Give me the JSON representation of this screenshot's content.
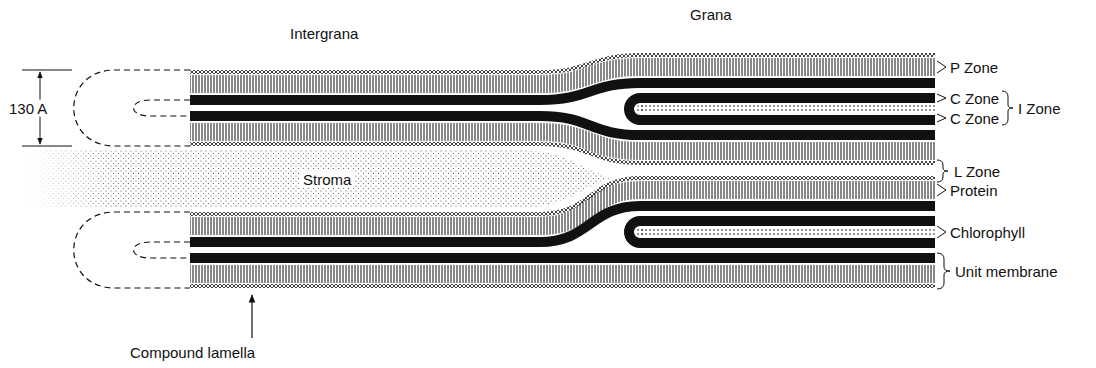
{
  "diagram": {
    "labels": [
      "Grana",
      "Intergrana",
      "130 A",
      "Stroma",
      "P Zone",
      "C Zone",
      "C Zone",
      "I Zone",
      "L Zone",
      "Protein",
      "Chlorophyll",
      "Unit membrane",
      "Compound lamella"
    ]
  }
}
